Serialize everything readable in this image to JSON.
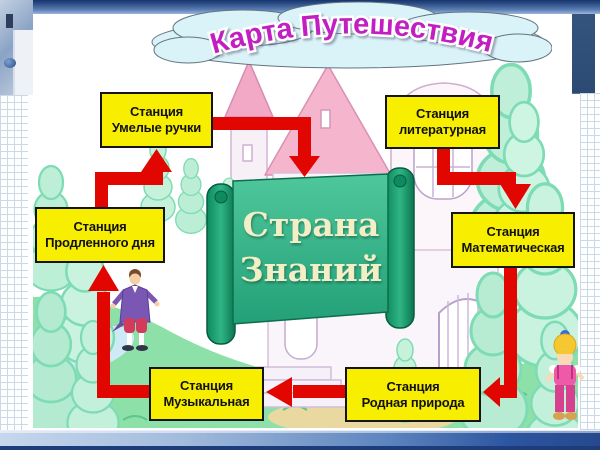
{
  "slide": {
    "title": "Карта Путешествия",
    "center": {
      "line1": "Страна",
      "line2": "Знаний"
    },
    "stations": [
      {
        "id": "umelye-ruchki",
        "line1": "Станция",
        "line2": "Умелые ручки"
      },
      {
        "id": "literaturnaya",
        "line1": "Станция",
        "line2": "литературная"
      },
      {
        "id": "prodlennogo-dnya",
        "line1": "Станция",
        "line2": "Продленного дня"
      },
      {
        "id": "matematicheskaya",
        "line1": "Станция",
        "line2": "Математическая"
      },
      {
        "id": "muzykalnaya",
        "line1": "Станция",
        "line2": "Музыкальная"
      },
      {
        "id": "rodnaya-priroda",
        "line1": "Станция",
        "line2": "Родная природа"
      }
    ],
    "colors": {
      "station_fill": "#F8EE00",
      "arrow_red": "#E10600",
      "scroll_green": "#2FAE82",
      "scroll_text": "#F3EEC5",
      "title_magenta": "#C21EC2",
      "cloud_fill": "#D9F3F9"
    }
  }
}
